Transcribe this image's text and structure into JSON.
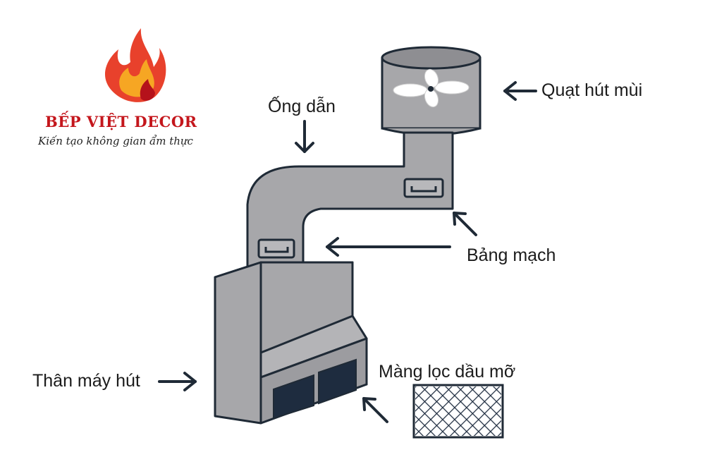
{
  "logo": {
    "brand_name": "BẾP VIỆT DECOR",
    "tagline": "Kiến tạo không gian ẩm thực",
    "flame_colors": [
      "#f6a623",
      "#e8412c",
      "#b5121b"
    ],
    "brand_color": "#c4161c"
  },
  "diagram": {
    "labels": {
      "fan": "Quạt hút mùi",
      "duct": "Ống dẫn",
      "board": "Bảng mạch",
      "body": "Thân máy hút",
      "filter": "Màng lọc dầu mỡ"
    },
    "colors": {
      "metal": "#a7a7aa",
      "metal_dark": "#8e8e92",
      "outline": "#1f2a36",
      "filter_fill": "#1e2c3f",
      "arrow": "#1f2a36"
    }
  }
}
